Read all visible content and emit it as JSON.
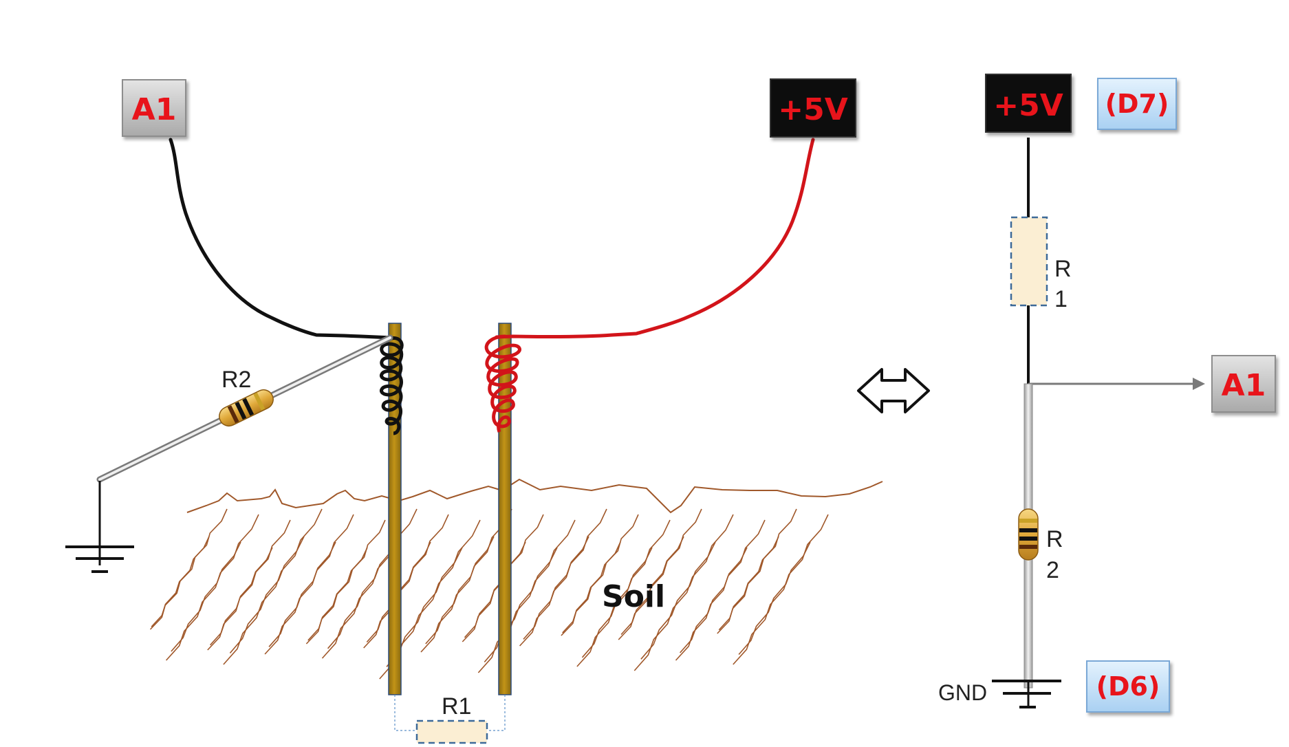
{
  "labels": {
    "a1_left": "A1",
    "plus5v_left": "+5V",
    "plus5v_right": "+5V",
    "d7": "(D7)",
    "a1_right": "A1",
    "d6": "(D6)",
    "r1_left": "R1",
    "r2_left": "R2",
    "r1_right_line1": "R",
    "r1_right_line2": "1",
    "r2_right_line1": "R",
    "r2_right_line2": "2",
    "gnd": "GND",
    "soil": "Soil",
    "equivalence_arrow": "⇔"
  },
  "colors": {
    "label_text": "#e8141b",
    "gray_box": "#c8c8c8",
    "black_box": "#0a0a0a",
    "blue_box": "#cfe6fb",
    "red_wire": "#d2141a",
    "black_wire": "#111111",
    "probe": "#b8860b",
    "soil_line": "#a0582a",
    "resistor_body": "#fbeed3",
    "resistor_dash": "#3d6a99"
  }
}
